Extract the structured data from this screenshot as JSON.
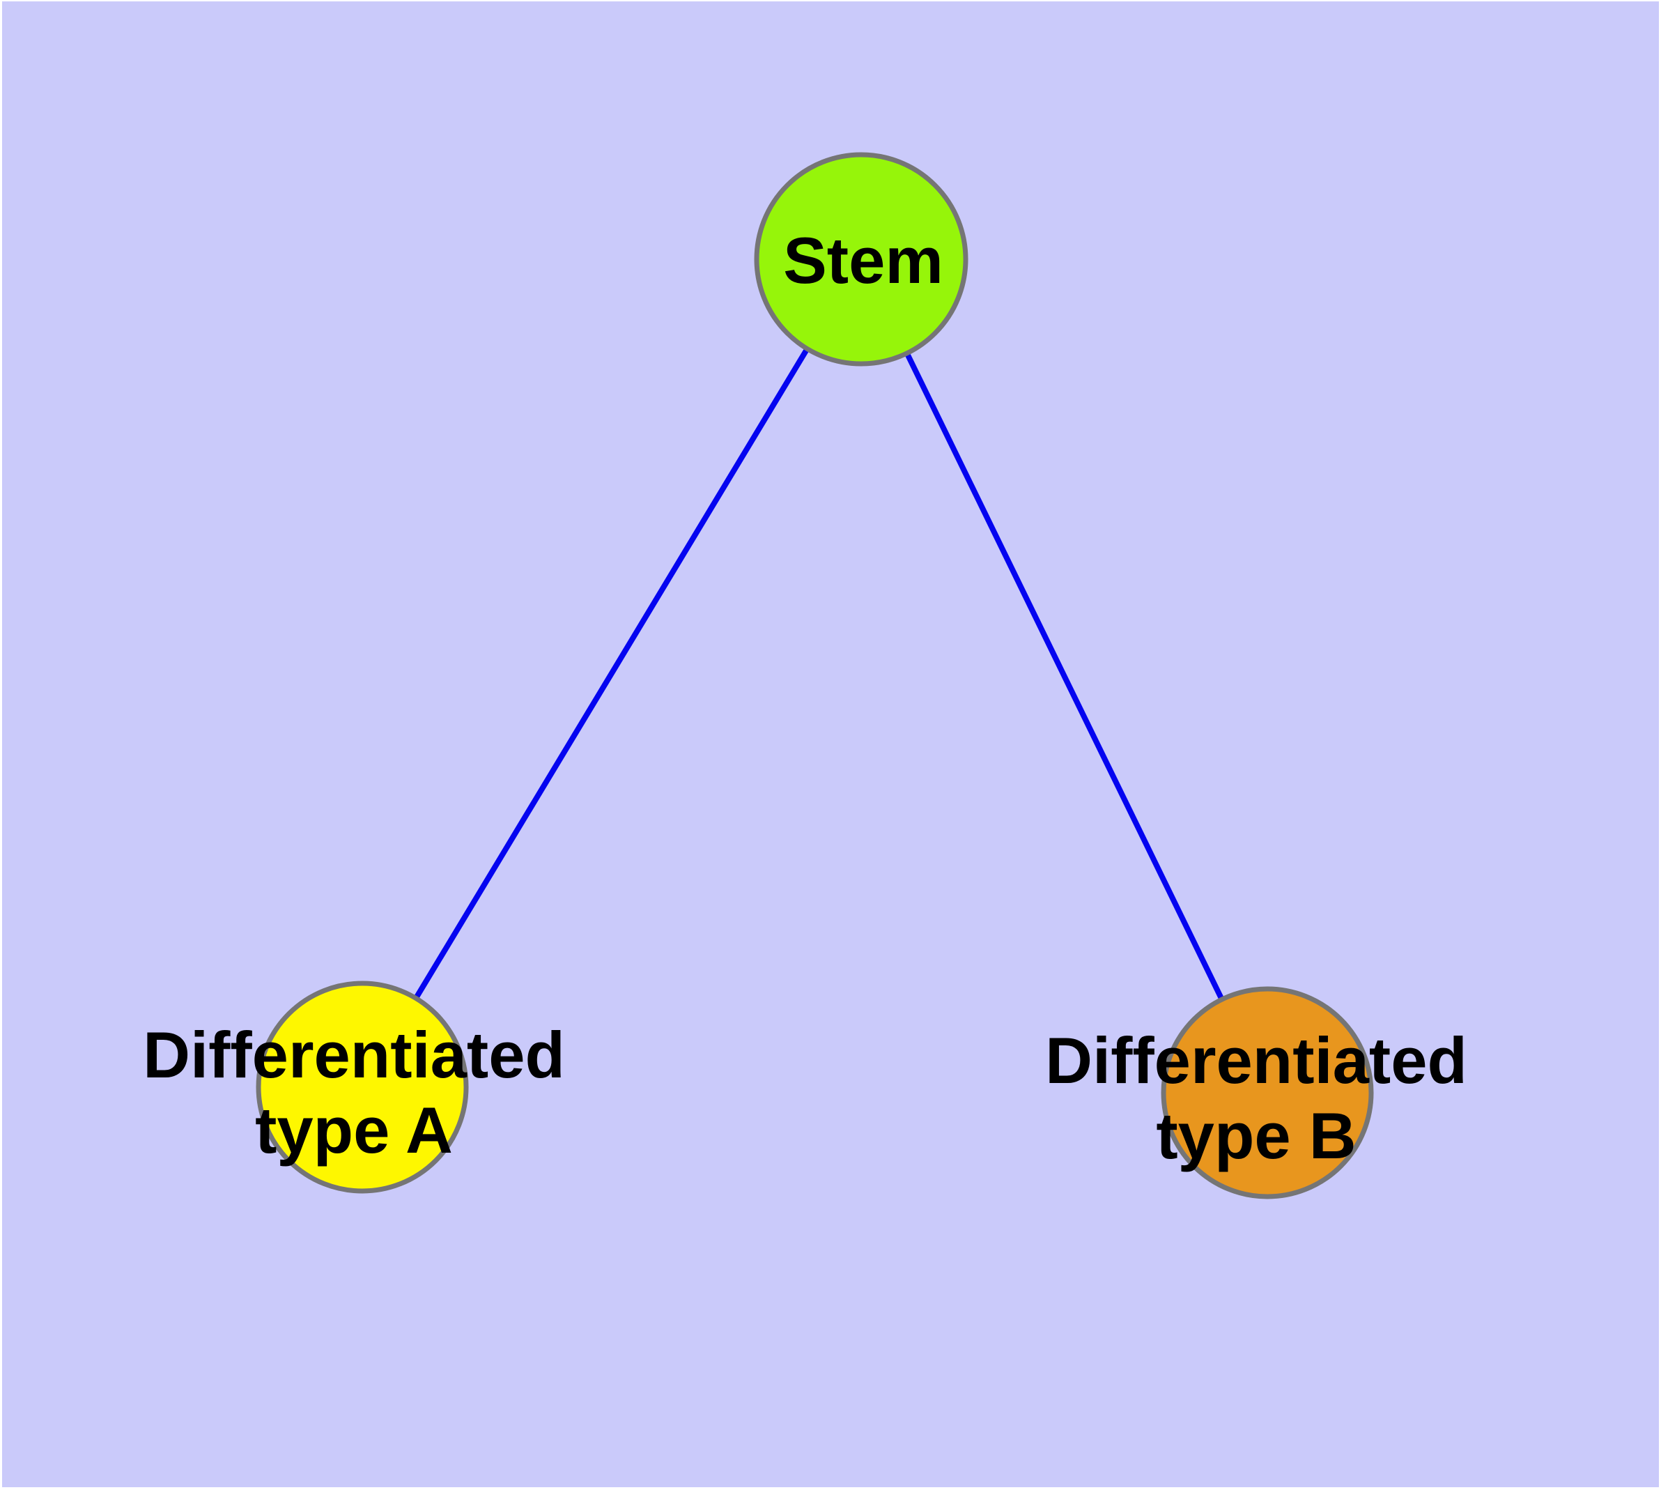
{
  "canvas": {
    "background": "#CACAFA",
    "frame_color": "#FFFFFF",
    "label_color": "#000000"
  },
  "edges": {
    "color": "#0404F0",
    "list": [
      {
        "from": "stem",
        "to": "type_a"
      },
      {
        "from": "stem",
        "to": "type_b"
      }
    ]
  },
  "nodes": {
    "stroke_color": "#757575",
    "stem": {
      "label": "Stem",
      "color": "#96F50A"
    },
    "type_a": {
      "label_line1": "Differentiated",
      "label_line2": "type A",
      "color": "#FEF700"
    },
    "type_b": {
      "label_line1": "Differentiated",
      "label_line2": "type B",
      "color": "#E8961E"
    }
  }
}
